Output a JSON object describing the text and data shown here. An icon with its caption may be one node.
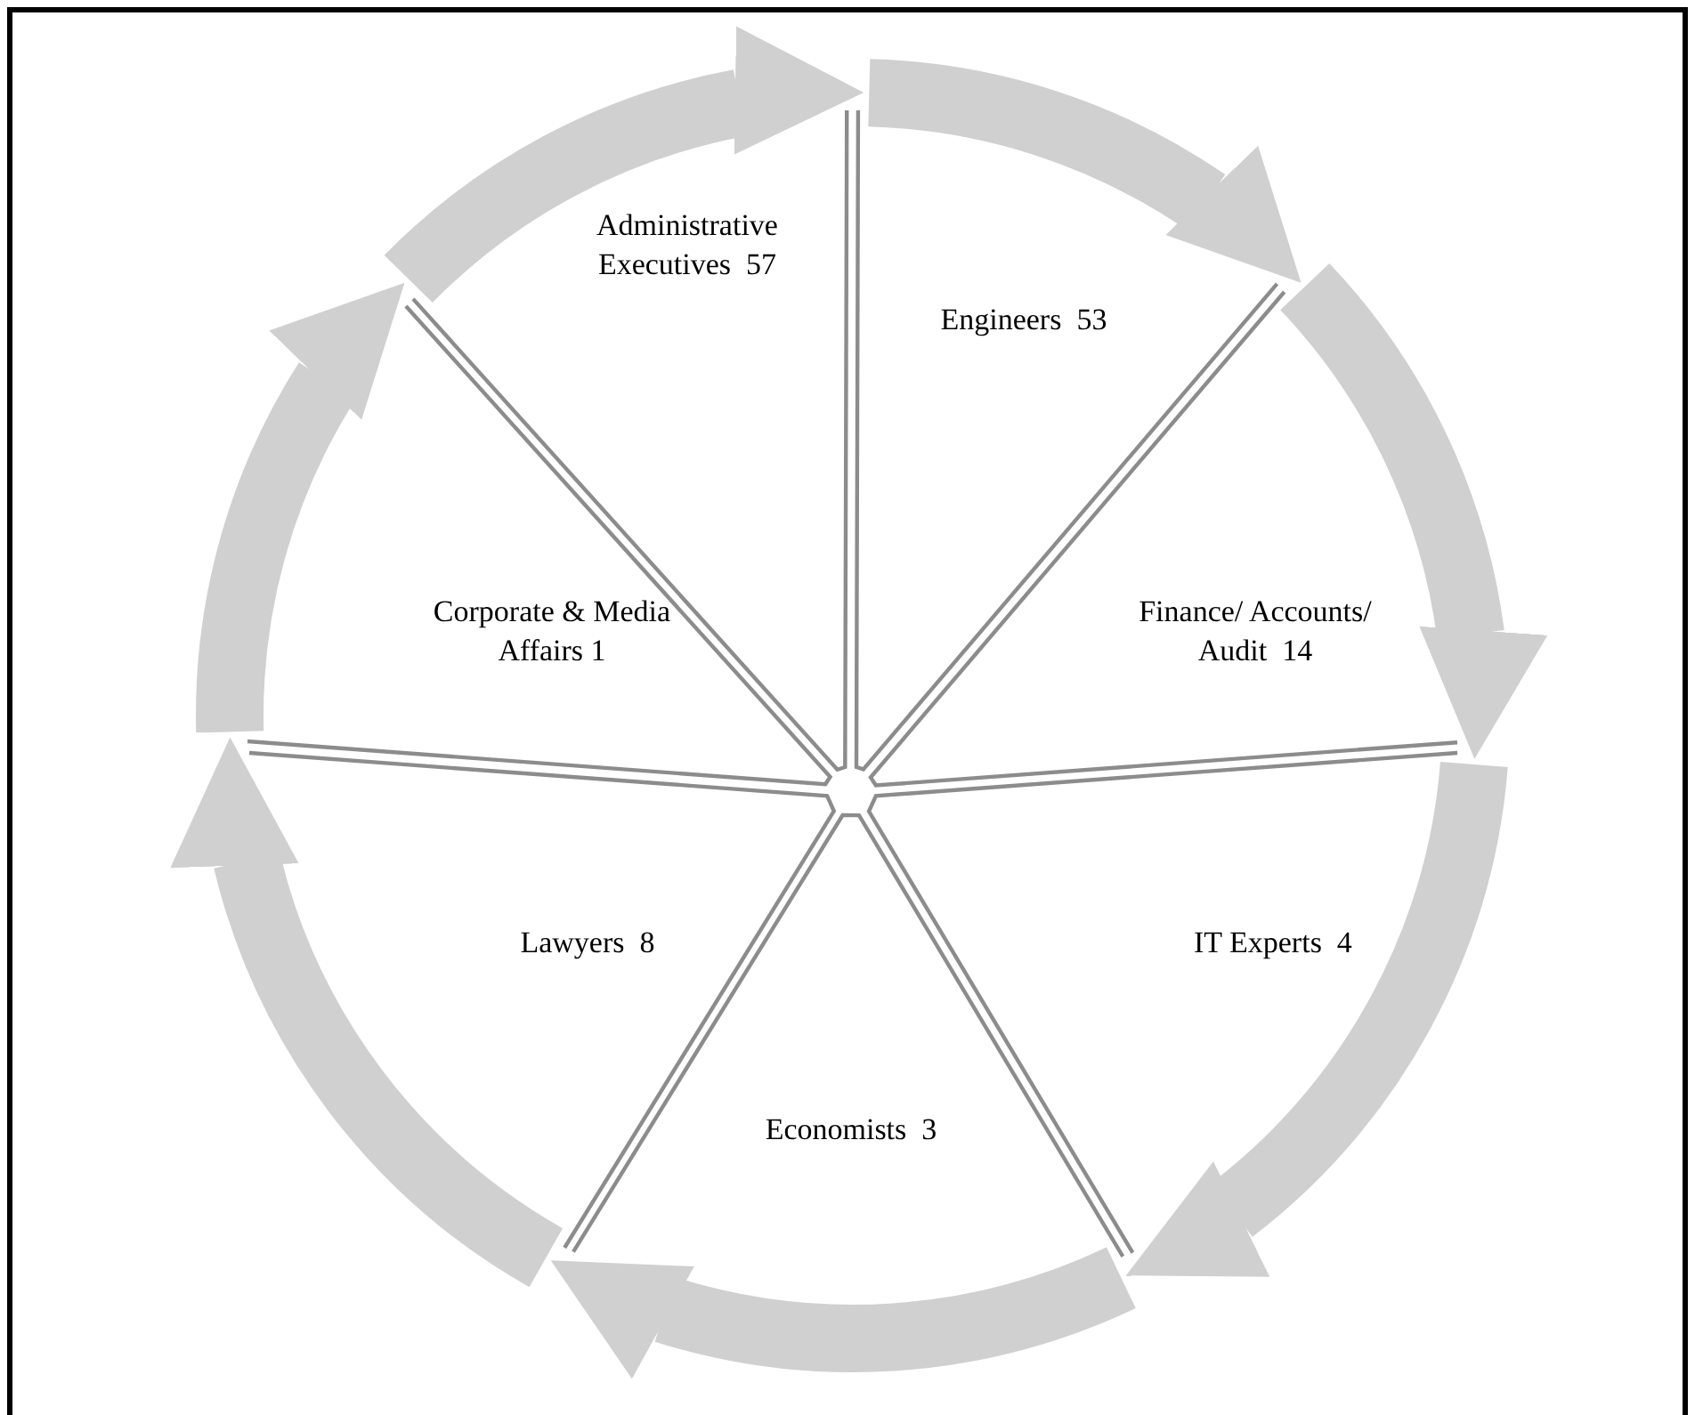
{
  "diagram": {
    "nodes": [
      {
        "text": [
          "Administrative Executives  57"
        ]
      },
      {
        "text": [
          "Engineers  53"
        ]
      },
      {
        "text": [
          "Finance/ Accounts/ Audit  14"
        ]
      },
      {
        "text": [
          "IT Experts  4"
        ]
      },
      {
        "text": [
          "Economists  3"
        ]
      },
      {
        "text": [
          "Lawyers  8"
        ]
      },
      {
        "text": [
          "Corporate & Media Affairs 1"
        ]
      }
    ],
    "edges": [
      {
        "from": 0,
        "to": 1,
        "arrow": "to"
      },
      {
        "from": 1,
        "to": 2,
        "arrow": "to"
      },
      {
        "from": 2,
        "to": 3,
        "arrow": "to"
      },
      {
        "from": 3,
        "to": 4,
        "arrow": "to"
      },
      {
        "from": 4,
        "to": 5,
        "arrow": "to"
      },
      {
        "from": 5,
        "to": 6,
        "arrow": "to"
      },
      {
        "from": 6,
        "to": 0,
        "arrow": "to"
      }
    ]
  }
}
